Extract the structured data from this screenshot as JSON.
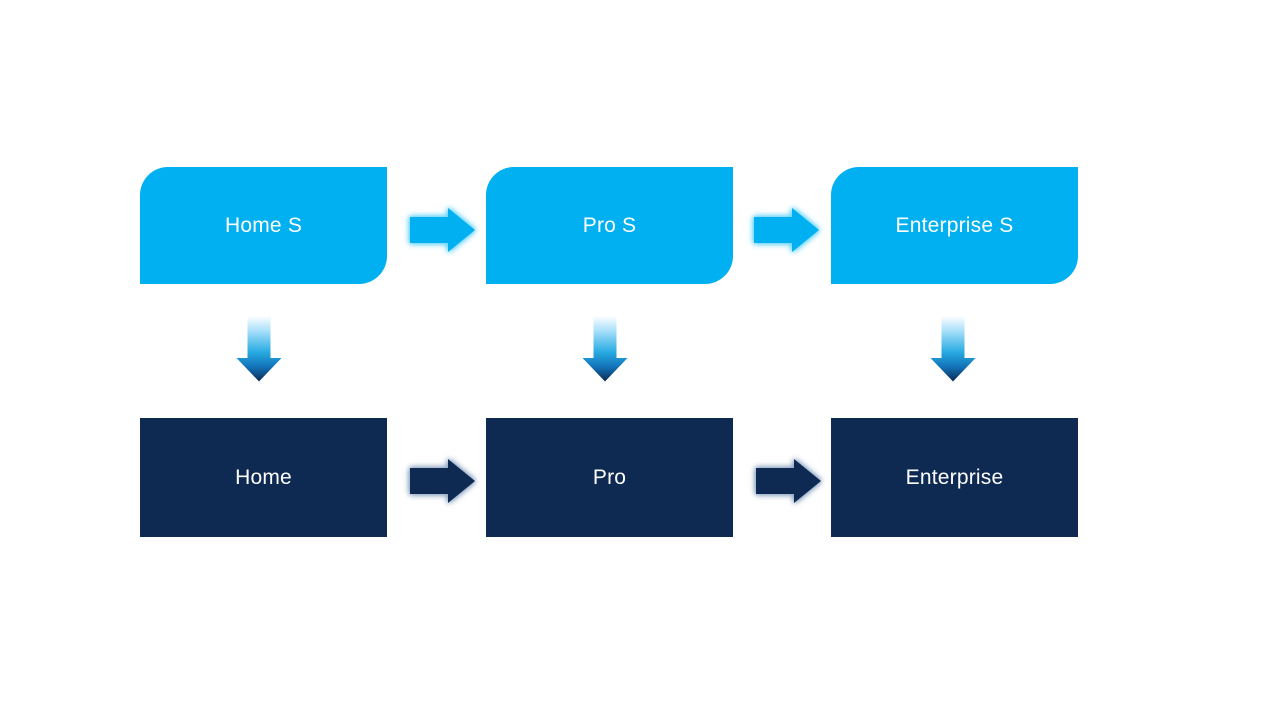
{
  "diagram": {
    "columns": [
      {
        "top_label": "Home S",
        "bottom_label": "Home"
      },
      {
        "top_label": "Pro S",
        "bottom_label": "Pro"
      },
      {
        "top_label": "Enterprise S",
        "bottom_label": "Enterprise"
      }
    ]
  },
  "icons": {
    "right_arrow": "right-arrow",
    "down_arrow": "down-arrow"
  },
  "colors": {
    "light-blue": "#00B0F0",
    "dark-navy": "#0E2A52",
    "box-text": "#FFFFFF",
    "canvas-bg": "#FFFFFF",
    "glow-light": "#66D4FA",
    "glow-dark": "#8FA6C2",
    "grad-0": "#FFFFFF",
    "grad-25": "#9FDCF9",
    "grad-55": "#29ABE2",
    "grad-78": "#1272B8",
    "grad-100": "#0D2A52"
  }
}
